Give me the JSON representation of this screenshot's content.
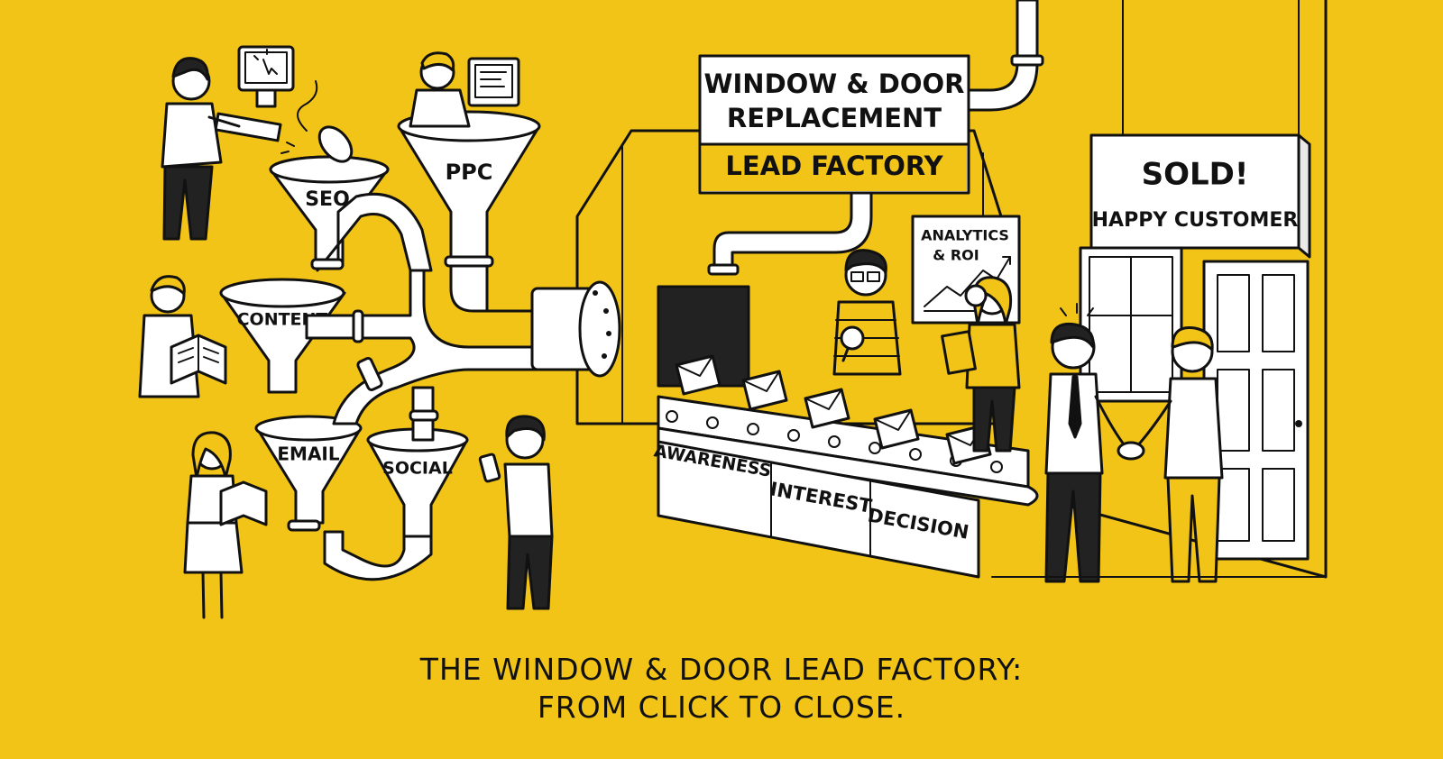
{
  "factory_sign": {
    "line1": "WINDOW & DOOR",
    "line2": "REPLACEMENT",
    "line3": "LEAD FACTORY"
  },
  "funnels": [
    {
      "id": "seo",
      "label": "SEO"
    },
    {
      "id": "ppc",
      "label": "PPC"
    },
    {
      "id": "content",
      "label": "CONTENT"
    },
    {
      "id": "email",
      "label": "EMAIL"
    },
    {
      "id": "social",
      "label": "SOCIAL"
    }
  ],
  "conveyor_stages": [
    "AWARENESS",
    "INTEREST",
    "DECISION"
  ],
  "analytics_board": {
    "line1": "ANALYTICS",
    "line2": "& ROI"
  },
  "sold_sign": {
    "line1": "SOLD!",
    "line2": "HAPPY CUSTOMER"
  },
  "caption": {
    "line1": "THE WINDOW & DOOR LEAD FACTORY:",
    "line2": "FROM CLICK TO CLOSE."
  },
  "colors": {
    "background": "#F2C418",
    "ink": "#111111",
    "white": "#FFFFFF"
  }
}
